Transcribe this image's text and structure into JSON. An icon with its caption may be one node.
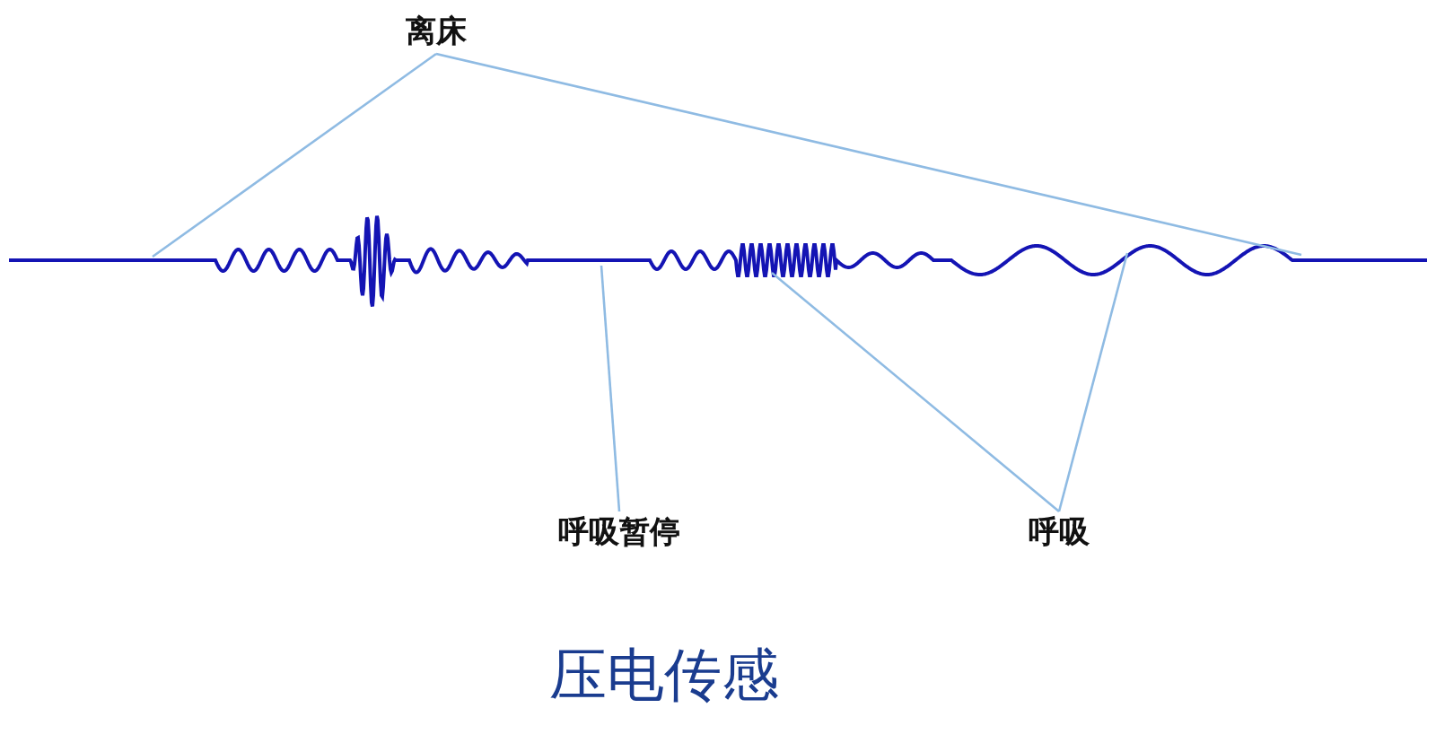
{
  "diagram": {
    "caption": "压电传感",
    "nodes": [
      {
        "text": [
          "离床"
        ]
      },
      {
        "text": [
          "呼吸暂停"
        ]
      },
      {
        "text": [
          "呼吸"
        ]
      }
    ],
    "edges": [
      {
        "from": 0,
        "to": null,
        "arrow": "none"
      },
      {
        "from": 0,
        "to": null,
        "arrow": "none"
      },
      {
        "from": 1,
        "to": null,
        "arrow": "none"
      },
      {
        "from": 2,
        "to": null,
        "arrow": "none"
      },
      {
        "from": 2,
        "to": null,
        "arrow": "none"
      }
    ]
  }
}
